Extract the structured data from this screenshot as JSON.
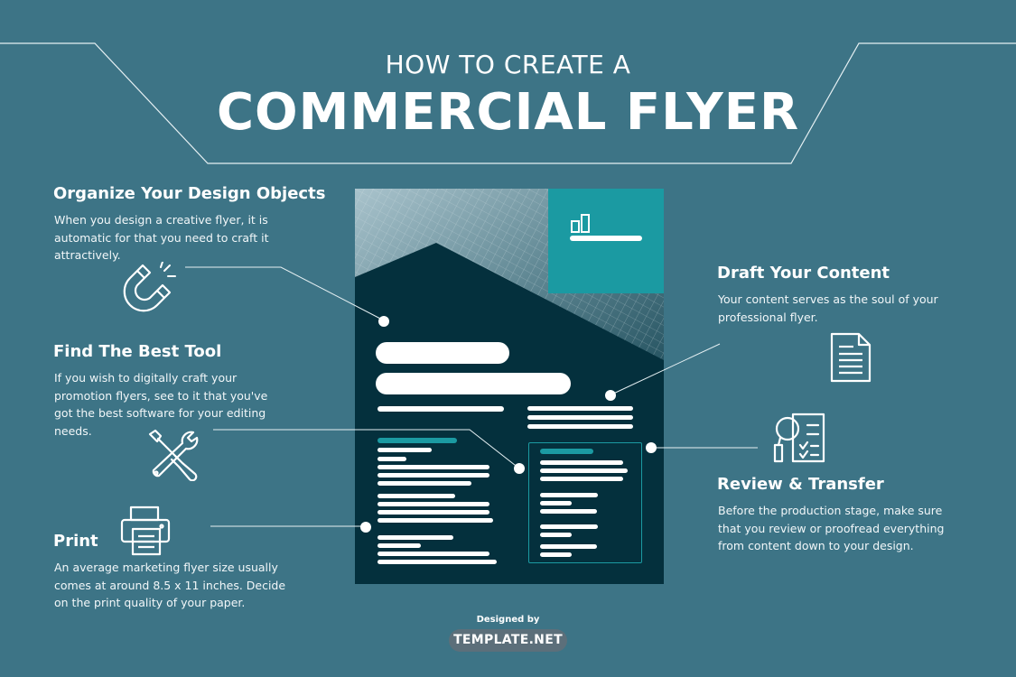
{
  "header": {
    "subtitle": "HOW TO CREATE A",
    "title": "COMMERCIAL FLYER"
  },
  "steps": [
    {
      "heading": "Organize Your Design Objects",
      "body": "When you design a creative flyer, it is automatic for that you need to craft it attractively.",
      "icon": "magnet-icon"
    },
    {
      "heading": "Find The Best Tool",
      "body": "If you wish to digitally craft your promotion flyers, see to it that you've got the best software for your editing needs.",
      "icon": "tools-icon"
    },
    {
      "heading": "Print",
      "body": "An average marketing flyer size usually comes at around 8.5 x 11 inches. Decide on the print quality of your paper.",
      "icon": "printer-icon"
    },
    {
      "heading": "Draft Your Content",
      "body": "Your content serves as the soul of your professional flyer.",
      "icon": "document-icon"
    },
    {
      "heading": "Review & Transfer",
      "body": "Before the production stage, make sure that you review or proofread everything from content down to your design.",
      "icon": "review-checklist-icon"
    }
  ],
  "footer": {
    "designed_by": "Designed by",
    "brand": "TEMPLATE.NET"
  },
  "colors": {
    "background": "#3d7486",
    "flyer_dark": "#04303d",
    "teal_accent": "#1b9aa2",
    "text": "#ffffff"
  }
}
